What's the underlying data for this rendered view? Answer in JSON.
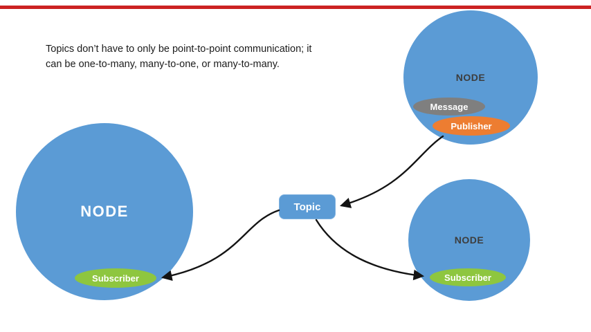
{
  "caption": "Topics don’t have to only be point-to-point communication; it\ncan be one-to-many, many-to-one, or many-to-many.",
  "topic": {
    "label": "Topic"
  },
  "nodes": {
    "left": {
      "label": "NODE",
      "subscriber": "Subscriber"
    },
    "top_right": {
      "label": "NODE",
      "message": "Message",
      "publisher": "Publisher"
    },
    "bottom_right": {
      "label": "NODE",
      "subscriber": "Subscriber"
    }
  },
  "colors": {
    "node_fill": "#5b9bd5",
    "publisher_fill": "#ed7d31",
    "message_fill": "#7f7f7f",
    "subscriber_fill": "#8ec63f",
    "arrow": "#141414",
    "top_bar": "#cc2222"
  }
}
